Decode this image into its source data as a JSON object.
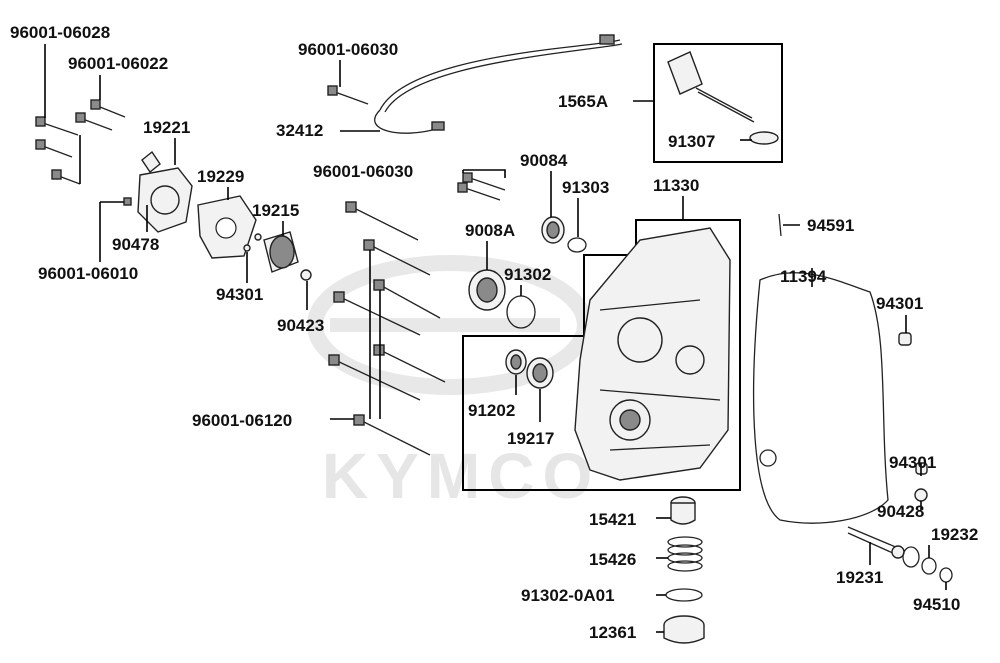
{
  "diagram": {
    "watermark_text": "KYMCO",
    "labels": {
      "p96001_06028": "96001-06028",
      "p96001_06022": "96001-06022",
      "p96001_06030_top": "96001-06030",
      "p32412": "32412",
      "p1565A": "1565A",
      "p91307": "91307",
      "p19221": "19221",
      "p19229": "19229",
      "p96001_06030_mid": "96001-06030",
      "p90084": "90084",
      "p91303": "91303",
      "p11330": "11330",
      "p94591": "94591",
      "p19215": "19215",
      "p9008A": "9008A",
      "p91302": "91302",
      "p11394": "11394",
      "p94301_right": "94301",
      "p90478": "90478",
      "p96001_06010": "96001-06010",
      "p94301_left": "94301",
      "p90423": "90423",
      "p91202": "91202",
      "p19217": "19217",
      "p96001_06120": "96001-06120",
      "p94301_lower": "94301",
      "p90428": "90428",
      "p19232": "19232",
      "p15421": "15421",
      "p15426": "15426",
      "p19231": "19231",
      "p91302_0A01": "91302-0A01",
      "p94510": "94510",
      "p12361": "12361"
    }
  }
}
